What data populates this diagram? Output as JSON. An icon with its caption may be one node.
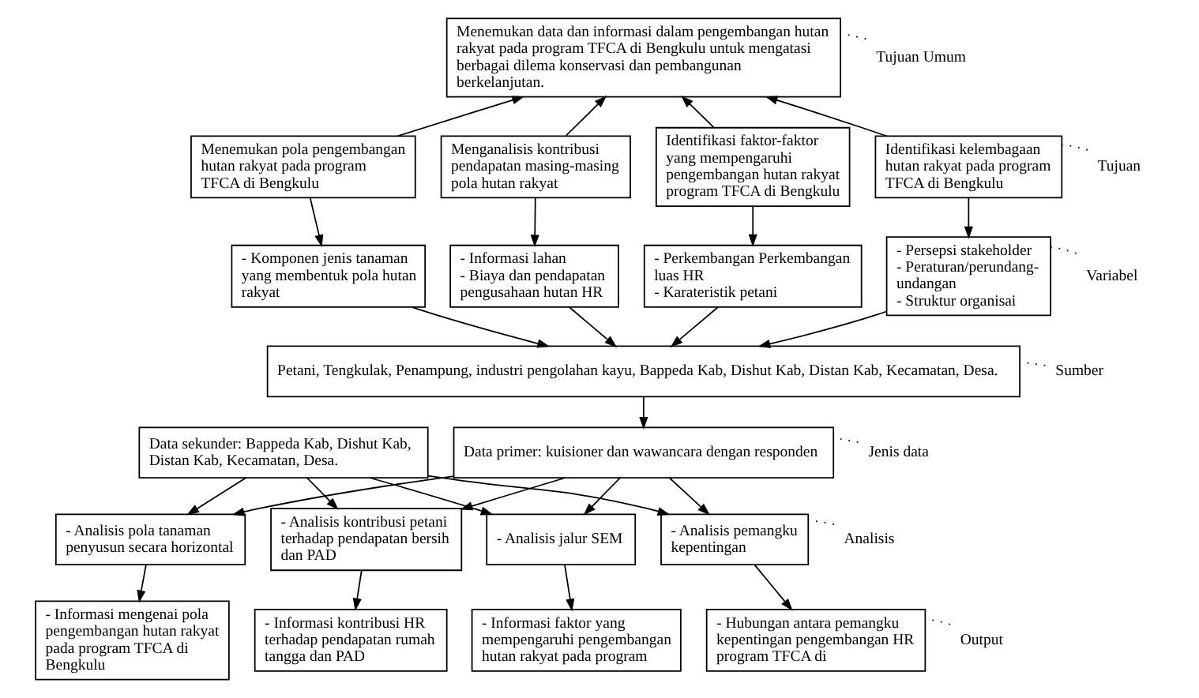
{
  "diagram": {
    "nodes": [
      {
        "text": [
          "Menemukan data dan informasi dalam pengembangan hutan rakyat pada program TFCA di Bengkulu untuk mengatasi berbagai dilema konservasi dan pembangunan berkelanjutan."
        ]
      },
      {
        "text": [
          "Menemukan pola pengembangan hutan rakyat pada program TFCA di Bengkulu"
        ]
      },
      {
        "text": [
          "Menganalisis kontribusi pendapatan masing-masing pola hutan rakyat"
        ]
      },
      {
        "text": [
          "Identifikasi faktor-faktor yang mempengaruhi pengembangan hutan rakyat program TFCA di Bengkulu"
        ]
      },
      {
        "text": [
          "Identifikasi kelembagaan hutan rakyat pada program TFCA di Bengkulu"
        ]
      },
      {
        "text": [
          "- Komponen jenis tanaman yang membentuk pola hutan rakyat"
        ]
      },
      {
        "text": [
          "- Informasi lahan",
          "- Biaya dan pendapatan pengusahaan hutan HR"
        ]
      },
      {
        "text": [
          "- Perkembangan Perkembangan luas HR",
          "- Karateristik petani"
        ]
      },
      {
        "text": [
          "- Persepsi stakeholder",
          "- Peraturan/perundang-undangan",
          "- Struktur organisai"
        ]
      },
      {
        "text": [
          "Petani, Tengkulak, Penampung, industri pengolahan kayu, Bappeda Kab, Dishut Kab, Distan Kab, Kecamatan, Desa."
        ]
      },
      {
        "text": [
          "Data sekunder: Bappeda Kab, Dishut Kab, Distan Kab, Kecamatan, Desa."
        ]
      },
      {
        "text": [
          "Data primer: kuisioner dan wawancara dengan responden"
        ]
      },
      {
        "text": [
          "- Analisis pola tanaman penyusun secara horizontal"
        ]
      },
      {
        "text": [
          "- Analisis kontribusi petani terhadap pendapatan bersih dan PAD"
        ]
      },
      {
        "text": [
          "- Analisis jalur SEM"
        ]
      },
      {
        "text": [
          "- Analisis pemangku kepentingan"
        ]
      },
      {
        "text": [
          "- Informasi mengenai pola pengembangan hutan rakyat pada program TFCA di Bengkulu"
        ]
      },
      {
        "text": [
          "- Informasi kontribusi HR terhadap pendapatan rumah tangga dan PAD"
        ]
      },
      {
        "text": [
          "- Informasi faktor yang mempengaruhi pengembangan hutan rakyat pada program"
        ]
      },
      {
        "text": [
          "- Hubungan antara pemangku kepentingan pengembangan HR program TFCA di"
        ]
      },
      {
        "text": [
          "Tujuan Umum"
        ]
      },
      {
        "text": [
          "Tujuan"
        ]
      },
      {
        "text": [
          "Variabel"
        ]
      },
      {
        "text": [
          "Sumber"
        ]
      },
      {
        "text": [
          "Jenis data"
        ]
      },
      {
        "text": [
          "Analisis"
        ]
      },
      {
        "text": [
          "Output"
        ]
      }
    ],
    "edges": [
      {
        "from": 1,
        "to": 0,
        "arrow": "to"
      },
      {
        "from": 2,
        "to": 0,
        "arrow": "to"
      },
      {
        "from": 3,
        "to": 0,
        "arrow": "to"
      },
      {
        "from": 4,
        "to": 0,
        "arrow": "to"
      },
      {
        "from": 1,
        "to": 5,
        "arrow": "to"
      },
      {
        "from": 2,
        "to": 6,
        "arrow": "to"
      },
      {
        "from": 3,
        "to": 7,
        "arrow": "to"
      },
      {
        "from": 4,
        "to": 8,
        "arrow": "to"
      },
      {
        "from": 5,
        "to": 9,
        "arrow": "to"
      },
      {
        "from": 6,
        "to": 9,
        "arrow": "to"
      },
      {
        "from": 7,
        "to": 9,
        "arrow": "to"
      },
      {
        "from": 8,
        "to": 9,
        "arrow": "to"
      },
      {
        "from": 9,
        "to": 11,
        "arrow": "to"
      },
      {
        "from": 10,
        "to": 12,
        "arrow": "to"
      },
      {
        "from": 10,
        "to": 13,
        "arrow": "to"
      },
      {
        "from": 10,
        "to": 14,
        "arrow": "to"
      },
      {
        "from": 10,
        "to": 15,
        "arrow": "to"
      },
      {
        "from": 11,
        "to": 12,
        "arrow": "to"
      },
      {
        "from": 11,
        "to": 13,
        "arrow": "to"
      },
      {
        "from": 11,
        "to": 14,
        "arrow": "to"
      },
      {
        "from": 11,
        "to": 15,
        "arrow": "to"
      },
      {
        "from": 12,
        "to": 16,
        "arrow": "to"
      },
      {
        "from": 13,
        "to": 17,
        "arrow": "to"
      },
      {
        "from": 14,
        "to": 18,
        "arrow": "to"
      },
      {
        "from": 15,
        "to": 19,
        "arrow": "to"
      },
      {
        "from": 20,
        "to": 0,
        "arrow": "none",
        "style": "dashed"
      },
      {
        "from": 21,
        "to": 4,
        "arrow": "none",
        "style": "dashed"
      },
      {
        "from": 22,
        "to": 8,
        "arrow": "none",
        "style": "dashed"
      },
      {
        "from": 23,
        "to": 9,
        "arrow": "none",
        "style": "dashed"
      },
      {
        "from": 24,
        "to": 11,
        "arrow": "none",
        "style": "dashed"
      },
      {
        "from": 25,
        "to": 15,
        "arrow": "none",
        "style": "dashed"
      },
      {
        "from": 26,
        "to": 19,
        "arrow": "none",
        "style": "dashed"
      }
    ]
  }
}
